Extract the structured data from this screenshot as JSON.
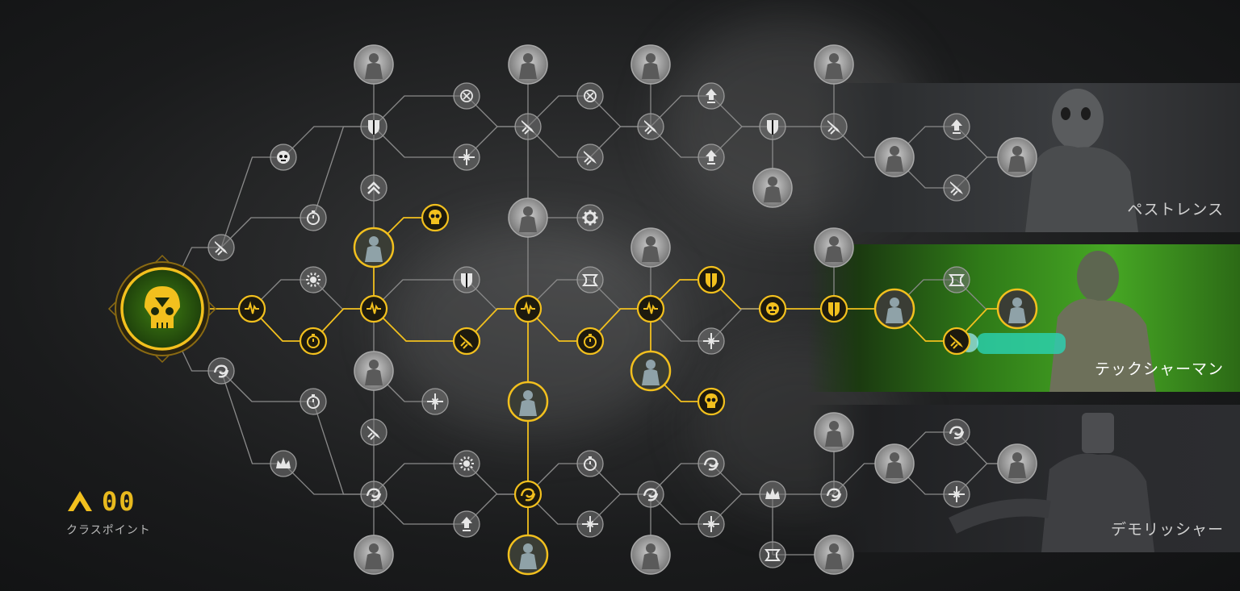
{
  "class_points": {
    "value": "00",
    "label": "クラスポイント"
  },
  "subclasses": [
    {
      "name": "ペストレンス",
      "active": false
    },
    {
      "name": "テックシャーマン",
      "active": true
    },
    {
      "name": "デモリッシャー",
      "active": false
    }
  ],
  "colors": {
    "accent": "#f2c01e",
    "inactive": "#8d8d8d",
    "active_panel": "#3aa51e",
    "line_inactive": "#8a8a8a"
  },
  "icons": {
    "root": "skull-emblem-icon",
    "pulse": "heartbeat-icon",
    "timer": "stopwatch-icon",
    "sun": "sunburst-icon",
    "shield": "shield-icon",
    "skull": "skull-icon",
    "swirl": "swirl-icon",
    "bullet": "bullet-icon",
    "arrow_up": "arrow-up-icon",
    "chevron_up": "double-chevron-up-icon",
    "star": "starburst-icon",
    "target": "crosshair-icon",
    "gear": "gear-icon",
    "face": "face-icon",
    "crown": "crown-icon",
    "bracket": "bracket-icon",
    "dash": "dash-icon",
    "portrait": "portrait-icon"
  }
}
